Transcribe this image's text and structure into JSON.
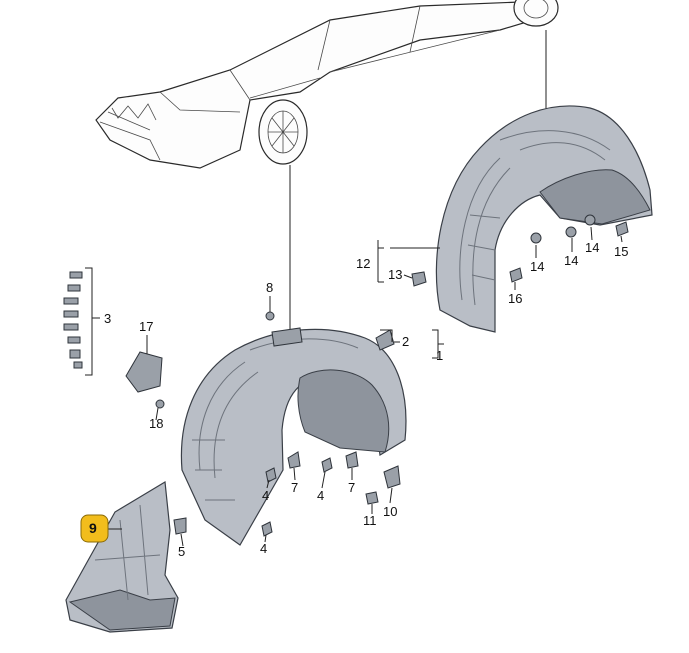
{
  "callouts": {
    "c1": "1",
    "c2": "2",
    "c3": "3",
    "c4a": "4",
    "c4b": "4",
    "c4c": "4",
    "c5": "5",
    "c7a": "7",
    "c7b": "7",
    "c8": "8",
    "c9": "9",
    "c10": "10",
    "c11": "11",
    "c12": "12",
    "c13": "13",
    "c14a": "14",
    "c14b": "14",
    "c14c": "14",
    "c15": "15",
    "c16": "16",
    "c17": "17",
    "c18": "18"
  },
  "colors": {
    "highlight_badge": "#f2bd1c",
    "liner": "#b9bec6"
  }
}
